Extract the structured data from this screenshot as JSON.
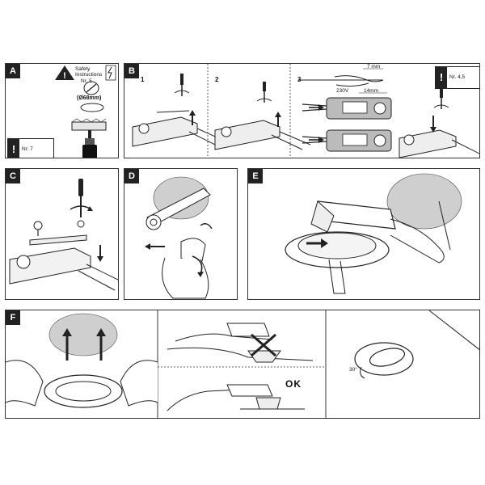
{
  "panels": {
    "a": {
      "label": "A",
      "safety": "Safety Instructions",
      "safety_ref": "Nr. 5",
      "diameter": "(Ø68mm)",
      "note_ref": "Nr. 7"
    },
    "b": {
      "label": "B",
      "step1": "1",
      "step2": "2",
      "step3": "3",
      "dim_7": "7 mm",
      "voltage": "230V",
      "dim_14": "14mm",
      "note_ref": "Nr. 4,5"
    },
    "c": {
      "label": "C"
    },
    "d": {
      "label": "D"
    },
    "e": {
      "label": "E"
    },
    "f": {
      "label": "F",
      "ok": "OK",
      "angle": "30°"
    }
  },
  "icons": [
    "warning-icon",
    "caution-exclamation-icon",
    "document-icon",
    "screwdriver-icon",
    "rotate-arrow-icon",
    "up-arrow-icon",
    "down-arrow-icon",
    "cross-out-icon"
  ]
}
